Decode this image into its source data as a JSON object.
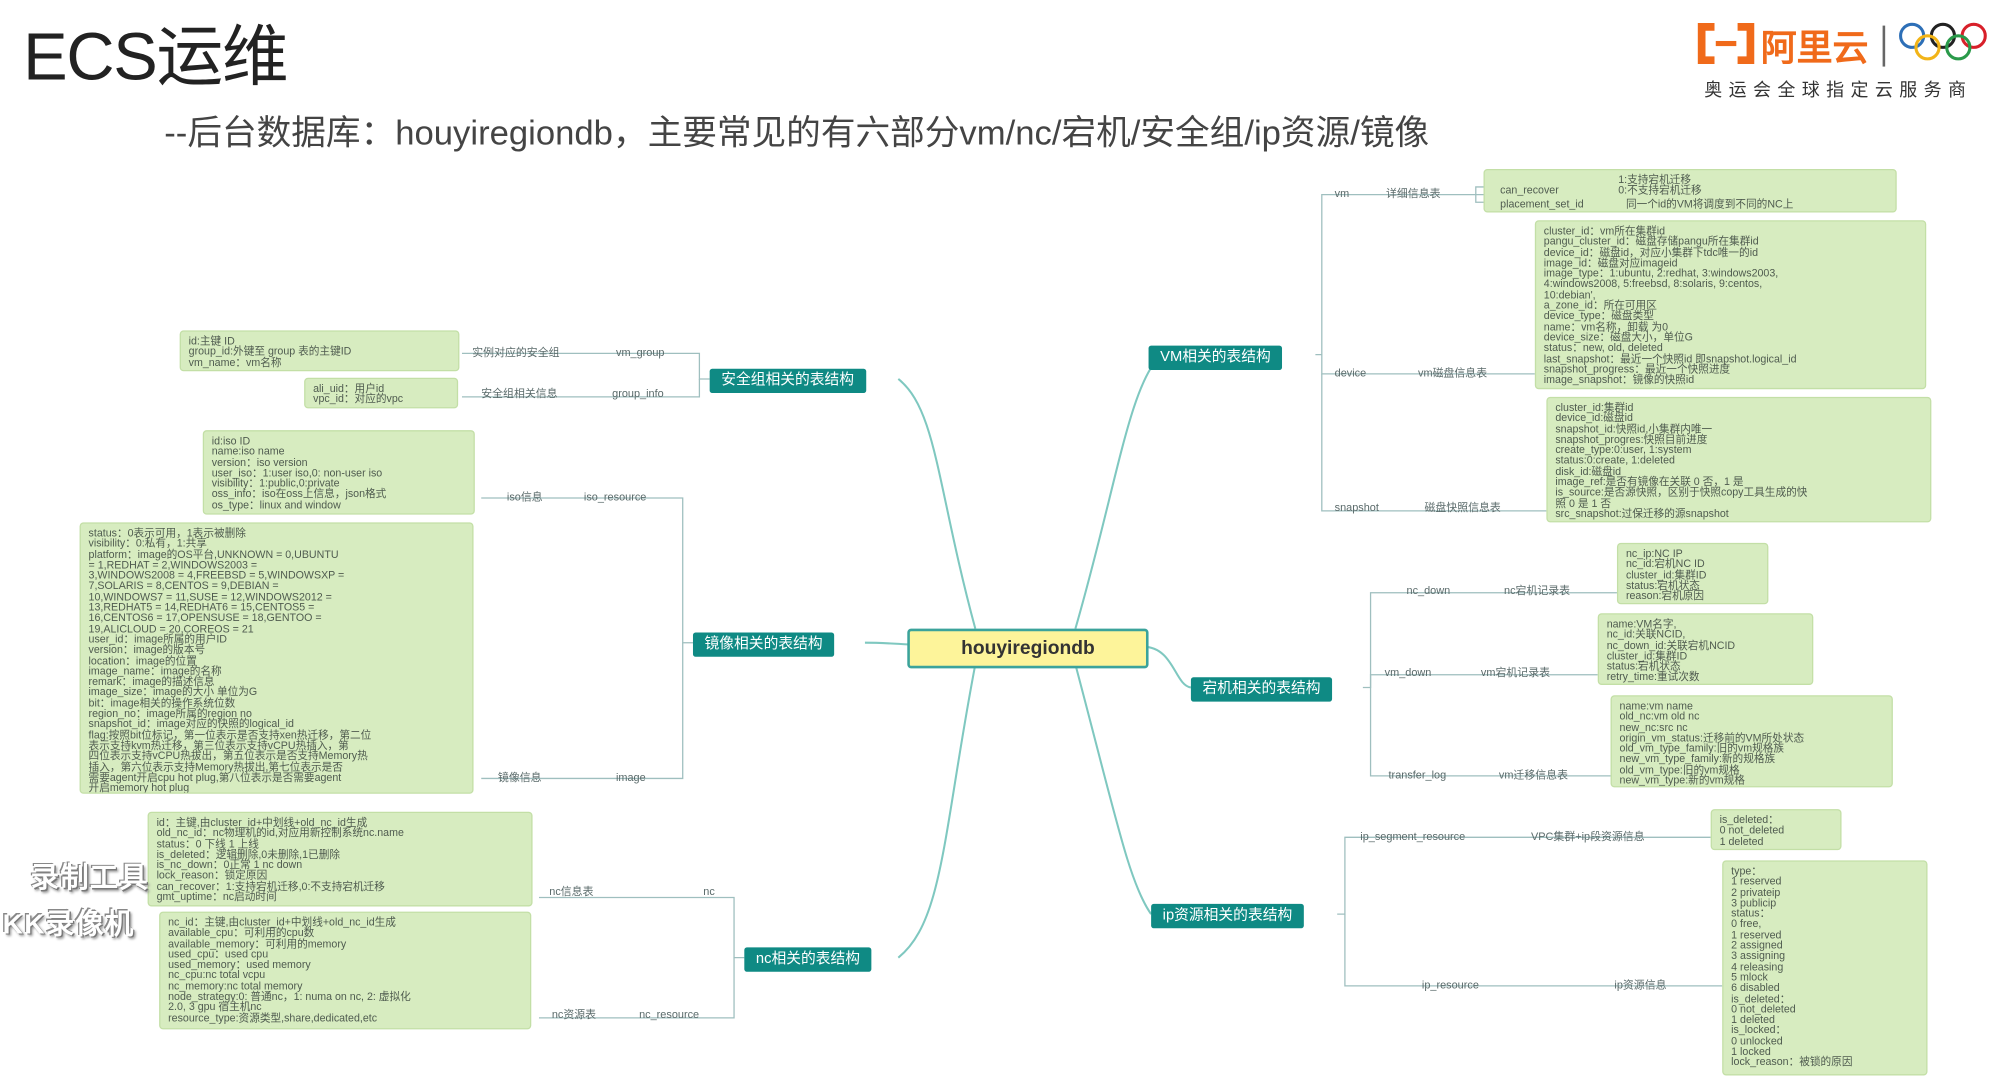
{
  "header": {
    "title": "ECS运维",
    "subtitle": "--后台数据库：houyiregiondb，主要常见的有六部分vm/nc/宕机/安全组/ip资源/镜像"
  },
  "logo": {
    "brand": "阿里云",
    "tagline": "奥运会全球指定云服务商",
    "brand_color": "#f06a1a"
  },
  "center": "houyiregiondb",
  "branches": {
    "security": "安全组相关的表结构",
    "image": "镜像相关的表结构",
    "nc": "nc相关的表结构",
    "vm": "VM相关的表结构",
    "downtime": "宕机相关的表结构",
    "ip": "ip资源相关的表结构"
  },
  "labels": {
    "vm_group_desc": "实例对应的安全组",
    "vm_group": "vm_group",
    "group_info_desc": "安全组相关信息",
    "group_info": "group_info",
    "iso_desc": "iso信息",
    "iso_resource": "iso_resource",
    "image_desc": "镜像信息",
    "image": "image",
    "nc_desc": "nc信息表",
    "nc": "nc",
    "nc_res_desc": "nc资源表",
    "nc_resource": "nc_resource",
    "vm": "vm",
    "vm_desc": "详细信息表",
    "device": "device",
    "device_desc": "vm磁盘信息表",
    "snapshot": "snapshot",
    "snapshot_desc": "磁盘快照信息表",
    "nc_down": "nc_down",
    "nc_down_desc": "nc宕机记录表",
    "vm_down": "vm_down",
    "vm_down_desc": "vm宕机记录表",
    "transfer_log": "transfer_log",
    "transfer_desc": "vm迁移信息表",
    "ip_segment": "ip_segment_resource",
    "ip_segment_desc": "VPC集群+ip段资源信息",
    "ip_resource": "ip_resource",
    "ip_desc": "ip资源信息"
  },
  "boxes": {
    "vm_group": [
      "id:主键 ID",
      "group_id:外键至 group 表的主键ID",
      "vm_name：vm名称"
    ],
    "group_info": [
      "ali_uid：用户id",
      "vpc_id：对应的vpc"
    ],
    "iso": [
      "id:iso ID",
      "name:iso name",
      "version：iso version",
      "user_iso：1:user iso,0: non-user iso",
      "visibility：1:public,0:private",
      "oss_info：iso在oss上信息，json格式",
      "os_type：linux and window"
    ],
    "image": [
      "status：0表示可用，1表示被删除",
      "visibility：0:私有，1:共享",
      "platform：image的OS平台,UNKNOWN = 0,UBUNTU",
      "= 1,REDHAT = 2,WINDOWS2003 =",
      "3,WINDOWS2008 = 4,FREEBSD = 5,WINDOWSXP =",
      "7,SOLARIS = 8,CENTOS = 9,DEBIAN =",
      "10,WINDOWS7 = 11,SUSE = 12,WINDOWS2012 =",
      "13,REDHAT5 = 14,REDHAT6 = 15,CENTOS5 =",
      "16,CENTOS6 = 17,OPENSUSE = 18,GENTOO =",
      "19,ALICLOUD = 20,COREOS = 21",
      "user_id：image所属的用户ID",
      "version：image的版本号",
      "location：image的位置",
      "image_name：image的名称",
      "remark：image的描述信息",
      "image_size：image的大小 单位为G",
      "bit：image相关的操作系统位数",
      "region_no：image所属的region no",
      "snapshot_id：image对应的快照的logical_id",
      "flag:按照bit位标记，第一位表示是否支持xen热迁移，第二位",
      "表示支持kvm热迁移，第三位表示支持vCPU热插入，第",
      "四位表示支持vCPU热拔出，第五位表示是否支持Memory热",
      "插入，第六位表示支持Memory热拔出,第七位表示是否",
      "需要agent开启cpu hot plug,第八位表示是否需要agent",
      "开启memory hot plug"
    ],
    "nc_info": [
      "id：主键,由cluster_id+中划线+old_nc_id生成",
      "old_nc_id：nc物理机的id,对应用新控制系统nc.name",
      "status：0 下线 1 上线",
      "is_deleted：逻辑删除,0未删除,1已删除",
      "is_nc_down：0正常 1 nc down",
      "lock_reason：锁定原因",
      "can_recover：1:支持宕机迁移,0:不支持宕机迁移",
      "gmt_uptime：nc启动时间"
    ],
    "nc_resource": [
      "nc_id：主键,由cluster_id+中划线+old_nc_id生成",
      "available_cpu：可利用的cpu数",
      "available_memory：可利用的memory",
      "used_cpu：used cpu",
      "used_memory：used memory",
      "nc_cpu:nc total vcpu",
      "nc_memory:nc total memory",
      "node_strategy:0: 普通nc，1: numa on nc, 2: 虚拟化",
      "2.0, 3 gpu 宿主机nc",
      "resource_type:资源类型,share,dedicated,etc"
    ],
    "vm_detail": [
      "1:支持宕机迁移",
      "0:不支持宕机迁移"
    ],
    "vm_detail_keys": [
      "can_recover",
      "placement_set_id"
    ],
    "vm_detail_note": "同一个id的VM将调度到不同的NC上",
    "device": [
      "cluster_id：vm所在集群id",
      "pangu_cluster_id：磁盘存储pangu所在集群id",
      "device_id：磁盘id，对应小集群下tdc唯一的id",
      "image_id：磁盘对应imageid",
      "image_type：1:ubuntu, 2:redhat, 3:windows2003,",
      "4:windows2008, 5:freebsd, 8:solaris, 9:centos,",
      "10:debian',",
      "a_zone_id：所在可用区",
      "device_type：磁盘类型",
      "name：vm名称，卸载 为0",
      "device_size：磁盘大小，单位G",
      "status：new, old, deleted",
      "last_snapshot：最近一个快照id 即snapshot.logical_id",
      "snapshot_progress：最近一个快照进度",
      "image_snapshot：镜像的快照id"
    ],
    "snapshot": [
      "cluster_id:集群id",
      "device_id:磁盘id",
      "snapshot_id:快照id,小集群内唯一",
      "snapshot_progres:快照目前进度",
      "create_type:0:user, 1:system",
      "status:0:create, 1:deleted",
      "disk_id:磁盘id",
      "image_ref:是否有镜像在关联 0 否，1 是",
      "is_source:是否源快照，区别于快照copy工具生成的快",
      "照 0 是 1 否",
      "src_snapshot:过保迁移的源snapshot"
    ],
    "nc_down": [
      "nc_ip:NC IP",
      "nc_id:宕机NC ID",
      "cluster_id:集群ID",
      "status:宕机状态",
      "reason:宕机原因"
    ],
    "vm_down": [
      "name:VM名字,",
      "nc_id:关联NCID,",
      "nc_down_id:关联宕机NCID",
      "cluster_id:集群ID",
      "status:宕机状态",
      "retry_time:重试次数"
    ],
    "transfer": [
      "name:vm name",
      "old_nc:vm old nc",
      "new_nc:src nc",
      "origin_vm_status:迁移前的VM所处状态",
      "old_vm_type_family:旧的vm规格族",
      "new_vm_type_family:新的规格族",
      "old_vm_type:旧的vm规格",
      "new_vm_type:新的vm规格"
    ],
    "ip_segment": [
      "is_deleted：",
      "0 not_deleted",
      "1 deleted"
    ],
    "ip_resource": [
      "type：",
      "1 reserved",
      "2 privateip",
      "3 publicip",
      "status：",
      "0 free,",
      "1 reserved",
      "2 assigned",
      "3 assigning",
      "4 releasing",
      "5 mlock",
      "6 disabled",
      "is_deleted：",
      "0 not_deleted",
      "1 deleted",
      "is_locked：",
      "0 unlocked",
      "1 locked",
      "lock_reason：被锁的原因"
    ]
  },
  "watermark": [
    "录制工具",
    "KK录像机"
  ]
}
